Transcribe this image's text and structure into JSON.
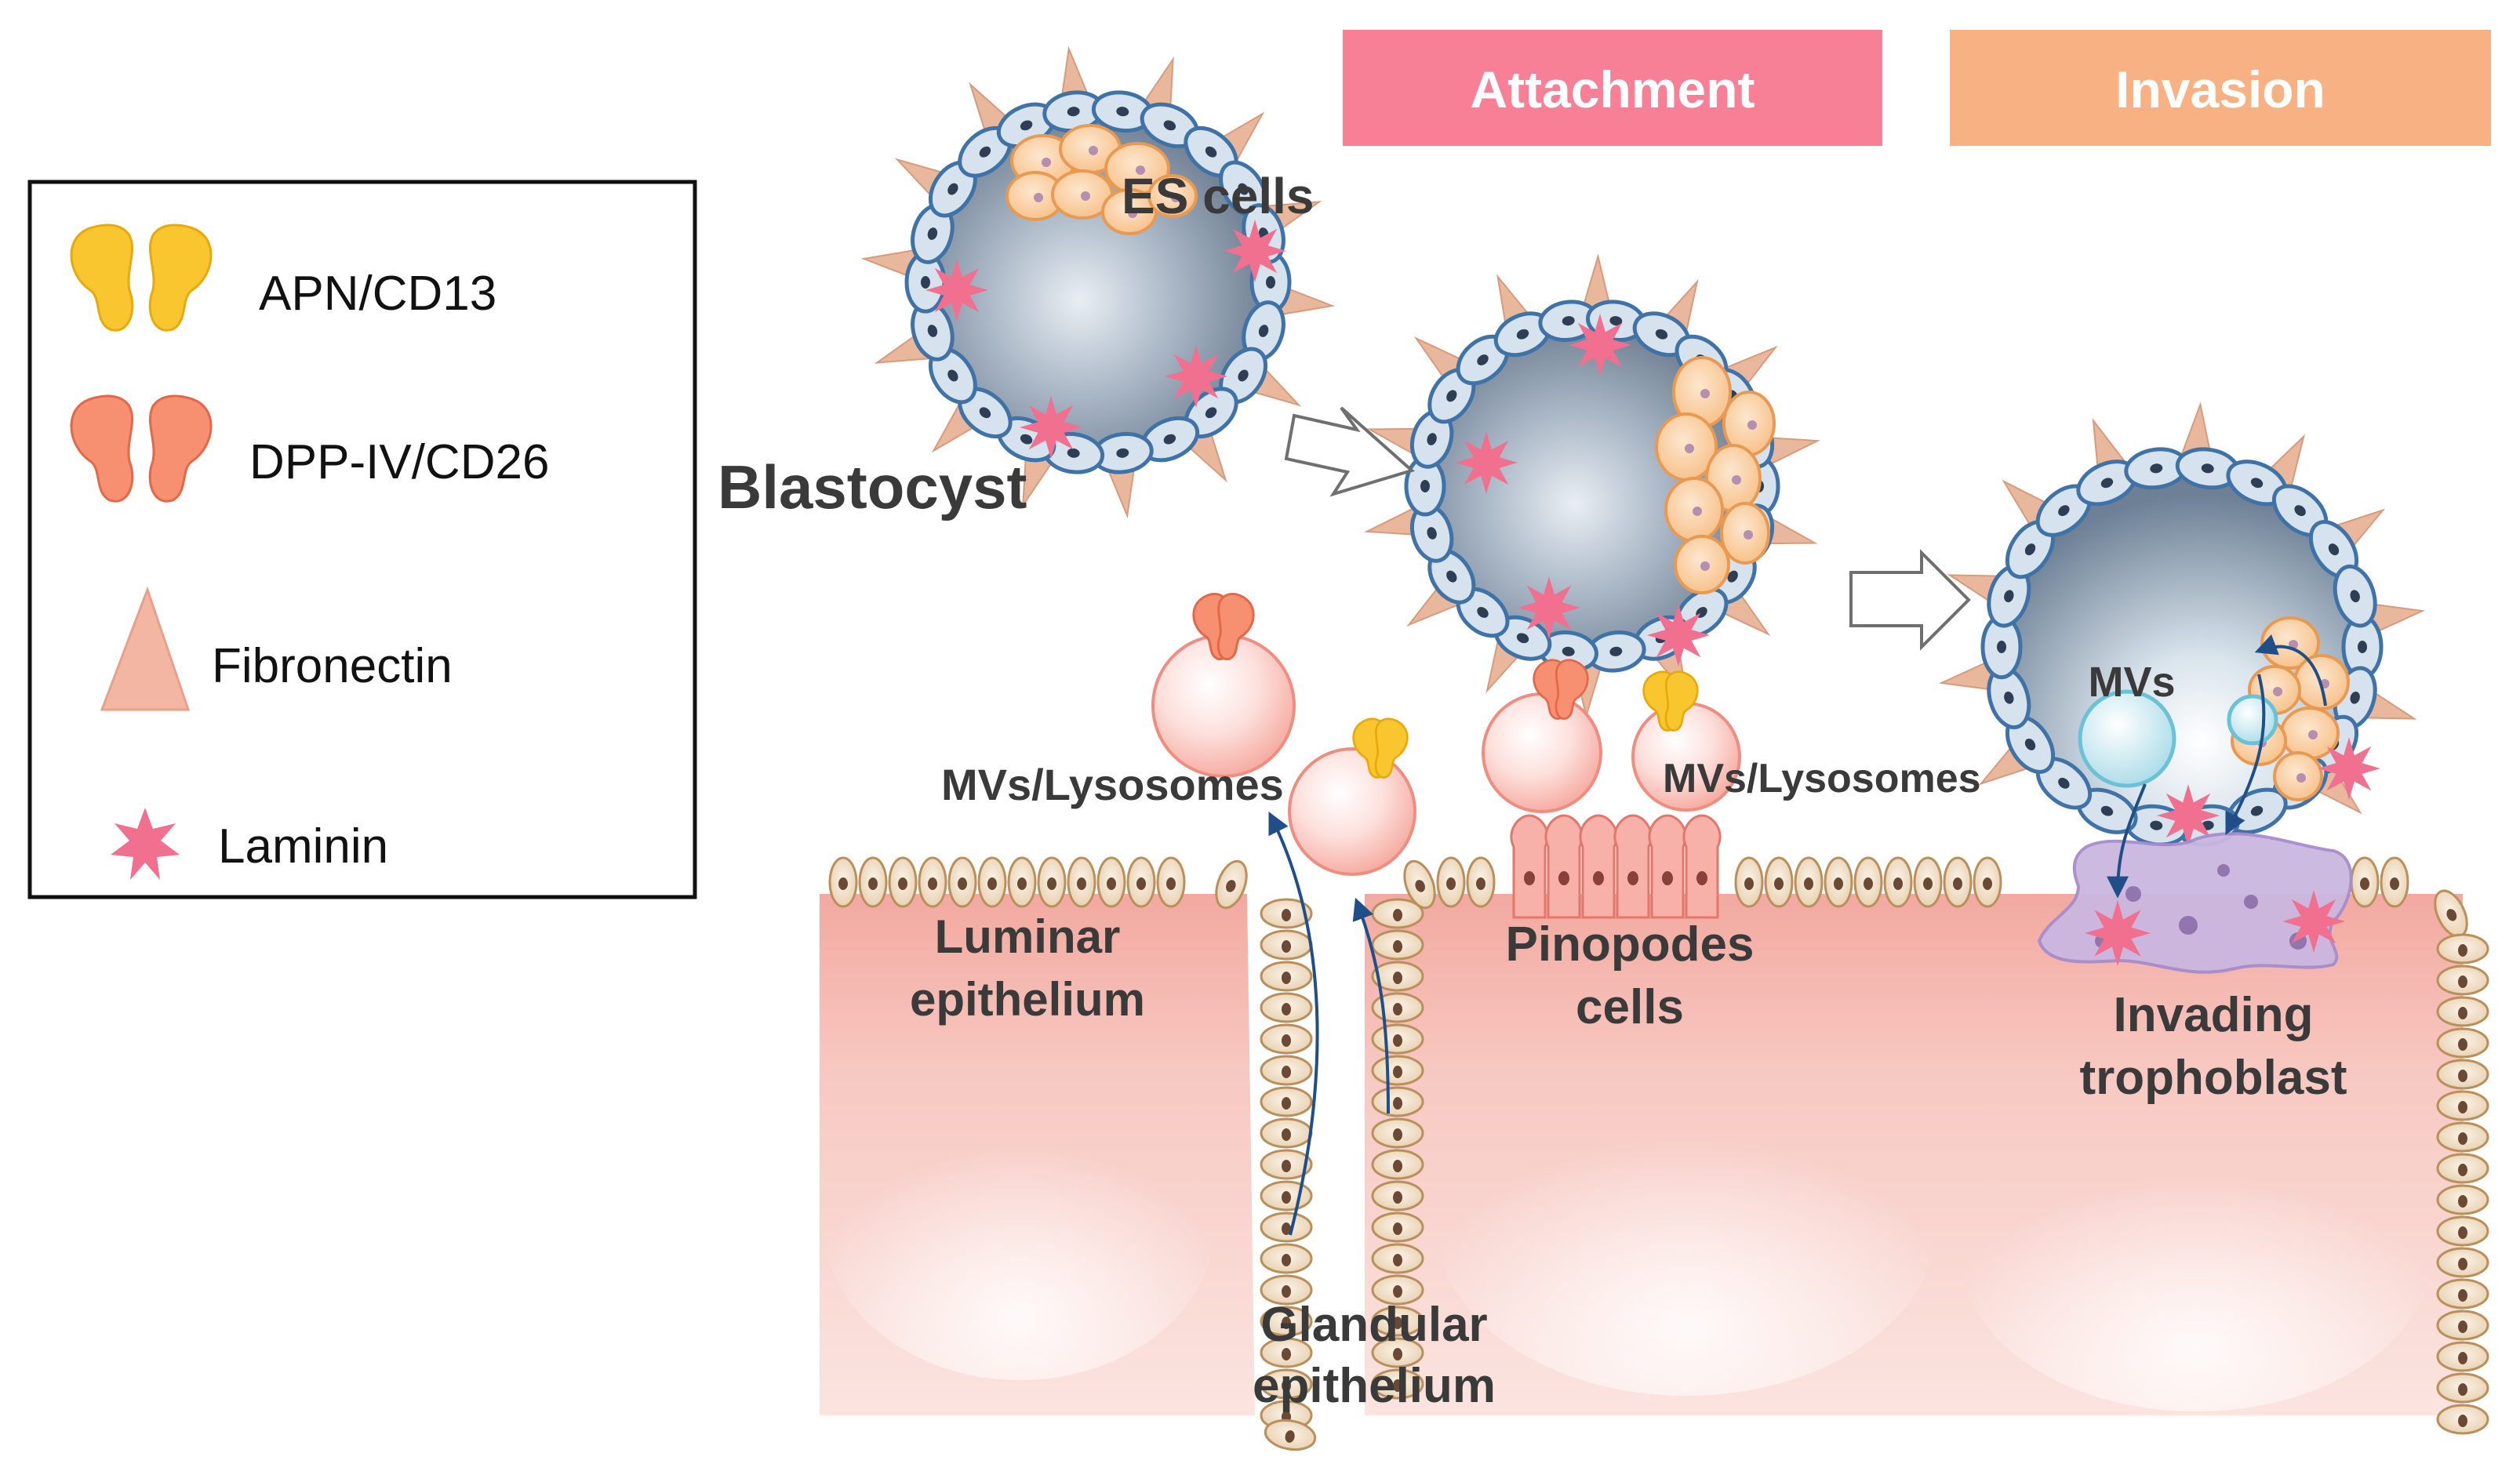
{
  "legend": {
    "items": [
      {
        "label": "APN/CD13",
        "icon": "apn-cd13-icon",
        "color": "#f9c62f"
      },
      {
        "label": "DPP-IV/CD26",
        "icon": "dpp-iv-cd26-icon",
        "color": "#f79070"
      },
      {
        "label": "Fibronectin",
        "icon": "fibronectin-icon",
        "color": "#f3b6a3"
      },
      {
        "label": "Laminin",
        "icon": "laminin-icon",
        "color": "#f2708f"
      }
    ]
  },
  "stages": {
    "attachment": {
      "label": "Attachment",
      "color": "#f77f96"
    },
    "invasion": {
      "label": "Invasion",
      "color": "#f7b183"
    }
  },
  "labels": {
    "es_cells": "ES cells",
    "blastocyst": "Blastocyst",
    "mvs_lysosomes_left": "MVs/Lysosomes",
    "mvs_lysosomes_right": "MVs/Lysosomes",
    "luminar_line1": "Luminar",
    "luminar_line2": "epithelium",
    "pinopodes_line1": "Pinopodes",
    "pinopodes_line2": "cells",
    "mvs": "MVs",
    "invading_line1": "Invading",
    "invading_line2": "trophoblast",
    "glandular_line1": "Glandular",
    "glandular_line2": "epithelium"
  },
  "colors": {
    "tissue": "#f7c9c2",
    "cell_fill": "#f1dcc0",
    "cell_stroke": "#b98f5b",
    "trophoblast_stroke": "#3f72a6",
    "blastocoel": "#7f93a8",
    "es_cell": "#f9c38f",
    "arrow": "#1f4e88",
    "invading_trophoblast": "#cbb7e0"
  }
}
